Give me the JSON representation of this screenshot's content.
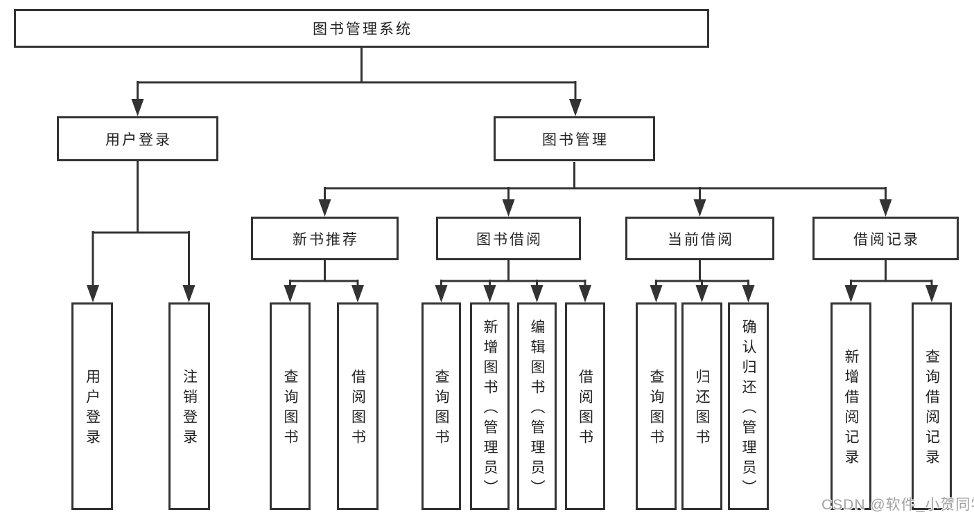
{
  "diagram": {
    "colors": {
      "line": "#333333",
      "text": "#222222",
      "background": "#ffffff",
      "watermark": "#a2a2a2"
    },
    "watermark": "CSDN @软件_小贺同学",
    "nodes": {
      "root": {
        "label": "图书管理系统"
      },
      "user_login": {
        "label": "用户登录"
      },
      "book_mgmt": {
        "label": "图书管理"
      },
      "new_books": {
        "label": "新书推荐"
      },
      "book_borrow": {
        "label": "图书借阅"
      },
      "current_borrow": {
        "label": "当前借阅"
      },
      "borrow_records": {
        "label": "借阅记录"
      },
      "leaf_user_login": {
        "label": "用户登录"
      },
      "leaf_logout": {
        "label": "注销登录"
      },
      "leaf_nb_query": {
        "label": "查询图书"
      },
      "leaf_nb_borrow": {
        "label": "借阅图书"
      },
      "leaf_bb_query": {
        "label": "查询图书"
      },
      "leaf_bb_add": {
        "label": "新增图书（管理员）"
      },
      "leaf_bb_edit": {
        "label": "编辑图书（管理员）"
      },
      "leaf_bb_borrow": {
        "label": "借阅图书"
      },
      "leaf_cb_query": {
        "label": "查询图书"
      },
      "leaf_cb_return": {
        "label": "归还图书"
      },
      "leaf_cb_confirm": {
        "label": "确认归还（管理员）"
      },
      "leaf_br_add": {
        "label": "新增借阅记录"
      },
      "leaf_br_query": {
        "label": "查询借阅记录"
      }
    },
    "hierarchy": {
      "图书管理系统": [
        "用户登录",
        "图书管理"
      ],
      "用户登录": [
        "用户登录",
        "注销登录"
      ],
      "图书管理": [
        "新书推荐",
        "图书借阅",
        "当前借阅",
        "借阅记录"
      ],
      "新书推荐": [
        "查询图书",
        "借阅图书"
      ],
      "图书借阅": [
        "查询图书",
        "新增图书（管理员）",
        "编辑图书（管理员）",
        "借阅图书"
      ],
      "当前借阅": [
        "查询图书",
        "归还图书",
        "确认归还（管理员）"
      ],
      "借阅记录": [
        "新增借阅记录",
        "查询借阅记录"
      ]
    }
  }
}
